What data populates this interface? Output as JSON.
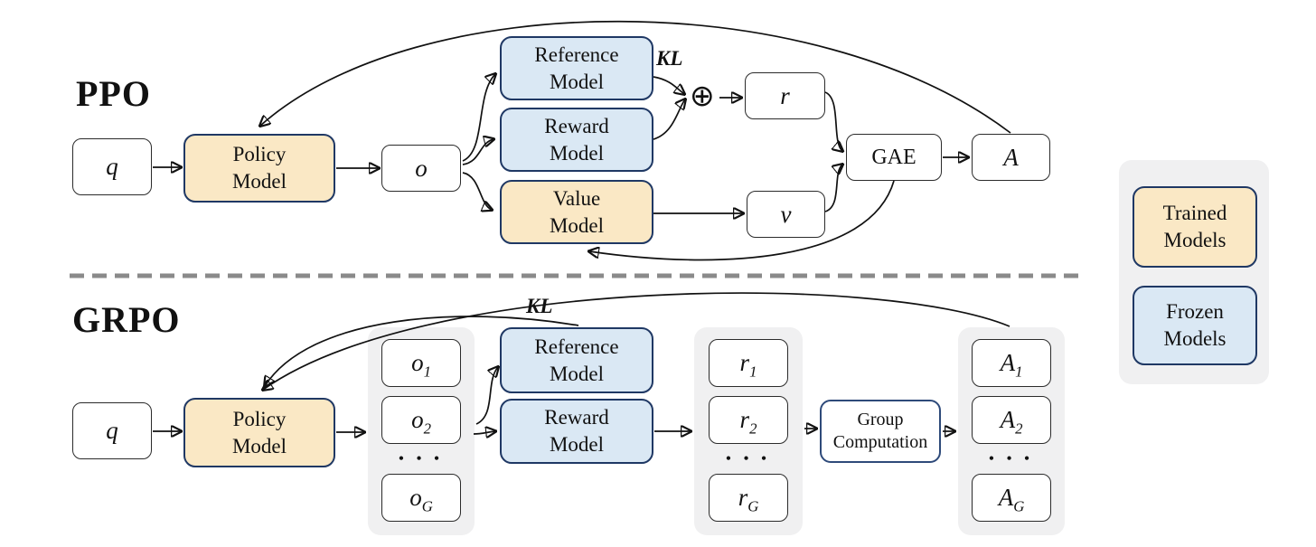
{
  "colors": {
    "yellow": "#FAE8C5",
    "blue": "#DAE8F4",
    "navy": "#1F3864",
    "graybox": "#F0F0F1",
    "line": "#111111",
    "dash": "#8A8A8A"
  },
  "ppo": {
    "title": "PPO",
    "q": {
      "base": "q",
      "sub": ""
    },
    "o": {
      "base": "o",
      "sub": ""
    },
    "r": {
      "base": "r",
      "sub": ""
    },
    "v": {
      "base": "v",
      "sub": ""
    },
    "a": {
      "base": "A",
      "sub": ""
    },
    "gae_label": "GAE",
    "policy_label": "Policy\nModel",
    "reference_label": "Reference\nModel",
    "reward_label": "Reward\nModel",
    "value_label": "Value\nModel",
    "kl_label": "KL",
    "oplus": "⊕"
  },
  "grpo": {
    "title": "GRPO",
    "q": {
      "base": "q",
      "sub": ""
    },
    "policy_label": "Policy\nModel",
    "reference_label": "Reference\nModel",
    "reward_label": "Reward\nModel",
    "group_computation_label": "Group\nComputation",
    "kl_label": "KL",
    "ellipsis": "• • •",
    "outputs": [
      {
        "base": "o",
        "sub": "1"
      },
      {
        "base": "o",
        "sub": "2"
      },
      {
        "base": "o",
        "sub": "G"
      }
    ],
    "rewards": [
      {
        "base": "r",
        "sub": "1"
      },
      {
        "base": "r",
        "sub": "2"
      },
      {
        "base": "r",
        "sub": "G"
      }
    ],
    "advantages": [
      {
        "base": "A",
        "sub": "1"
      },
      {
        "base": "A",
        "sub": "2"
      },
      {
        "base": "A",
        "sub": "G"
      }
    ]
  },
  "legend": {
    "trained_label": "Trained\nModels",
    "frozen_label": "Frozen\nModels"
  }
}
